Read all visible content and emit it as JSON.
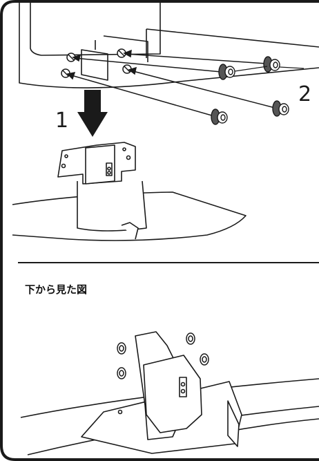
{
  "steps": {
    "one": "1",
    "two": "2"
  },
  "bottom_panel": {
    "caption": "下から見た図"
  },
  "colors": {
    "line": "#1a1a1a",
    "screw": "#555555",
    "background": "#ffffff"
  }
}
